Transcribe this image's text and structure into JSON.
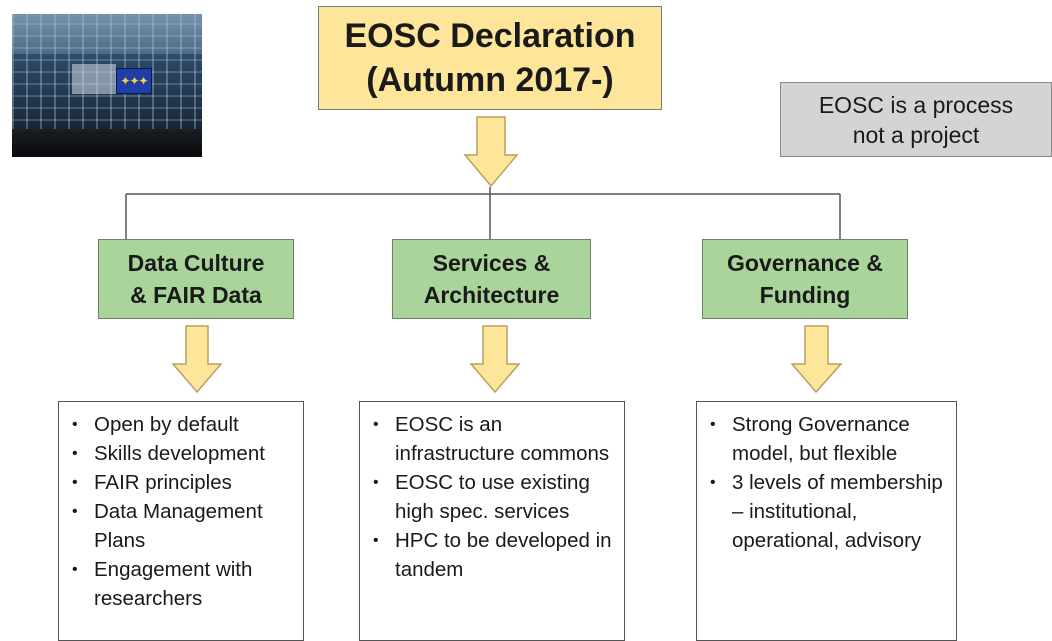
{
  "title": "EOSC Declaration (Autumn 2017-)",
  "title_lines": [
    "EOSC Declaration",
    "(Autumn 2017-)"
  ],
  "note_lines": [
    "EOSC is a process",
    "not a project"
  ],
  "pillars": [
    {
      "lines": [
        "Data Culture",
        "& FAIR Data"
      ],
      "items": [
        "Open by default",
        "Skills development",
        "FAIR principles",
        "Data Management Plans",
        "Engagement with researchers"
      ]
    },
    {
      "lines": [
        "Services &",
        "Architecture"
      ],
      "items": [
        "EOSC is an infrastructure commons",
        "EOSC to use existing high spec. services",
        "HPC to be developed in tandem"
      ]
    },
    {
      "lines": [
        "Governance &",
        "Funding"
      ],
      "items": [
        "Strong Governance model, but flexible",
        "3 levels of membership – institutional, operational, advisory"
      ]
    }
  ],
  "colors": {
    "title_fill": "#fde699",
    "pillar_fill": "#a9d49a",
    "note_fill": "#d4d4d4",
    "arrow_fill": "#fde699",
    "arrow_stroke": "#b8a060"
  }
}
